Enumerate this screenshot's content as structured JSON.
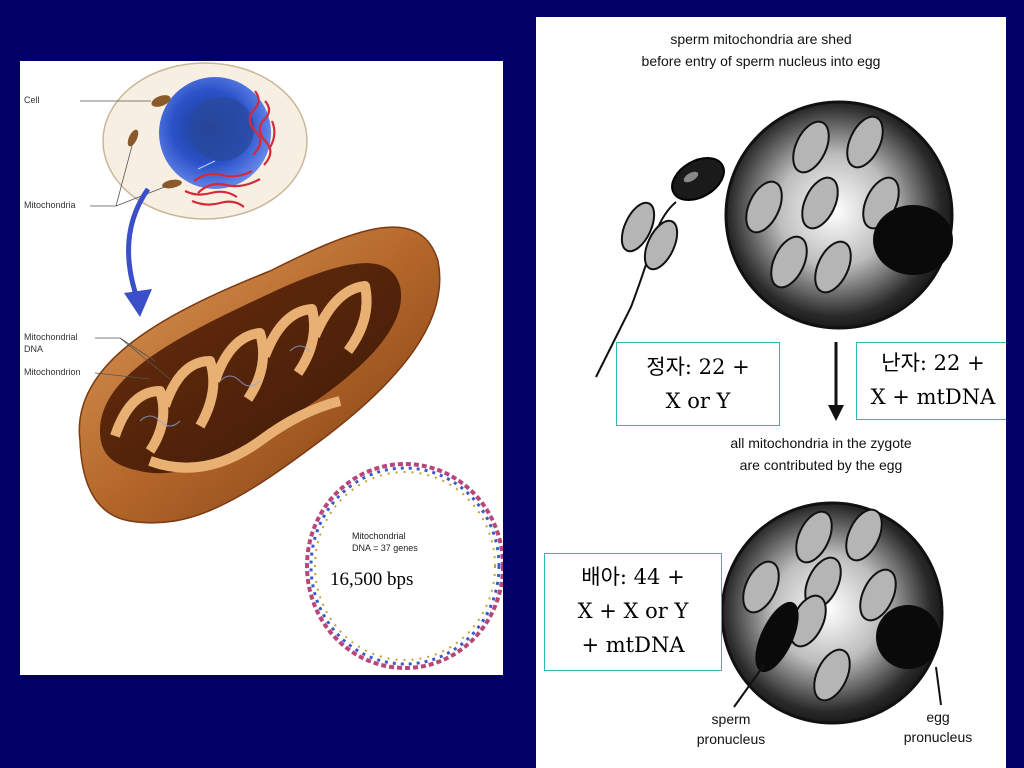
{
  "left_panel": {
    "labels": {
      "cell": "Cell",
      "mitochondria": "Mitochondria",
      "mito_dna_line1": "Mitochondrial",
      "mito_dna_line2": "DNA",
      "mitochondrion": "Mitochondrion"
    },
    "dna_loop": {
      "line1": "Mitochondrial",
      "line2": "DNA = 37 genes",
      "bps": "16,500 bps"
    }
  },
  "right_panel": {
    "top_caption": {
      "line1": "sperm mitochondria are shed",
      "line2": "before entry of sperm nucleus into egg"
    },
    "mid_caption": {
      "line1": "all mitochondria in the zygote",
      "line2": "are contributed by the egg"
    },
    "sperm_box": {
      "line1": "정자: 22 +",
      "line2": "X or Y"
    },
    "egg_box": {
      "line1": "난자: 22 +",
      "line2": "X +  mtDNA"
    },
    "embryo_box": {
      "line1": "배아: 44 +",
      "line2": "X +  X or Y",
      "line3": "+  mtDNA"
    },
    "sperm_pronucleus": {
      "line1": "sperm",
      "line2": "pronucleus"
    },
    "egg_pronucleus": {
      "line1": "egg",
      "line2": "pronucleus"
    }
  },
  "colors": {
    "background": "#000066",
    "box_border": "#2fb8b0",
    "nucleus_blue": "#2a45b8",
    "mito_red": "#d42a3a",
    "mitochondrion_brown": "#a35a1f"
  }
}
